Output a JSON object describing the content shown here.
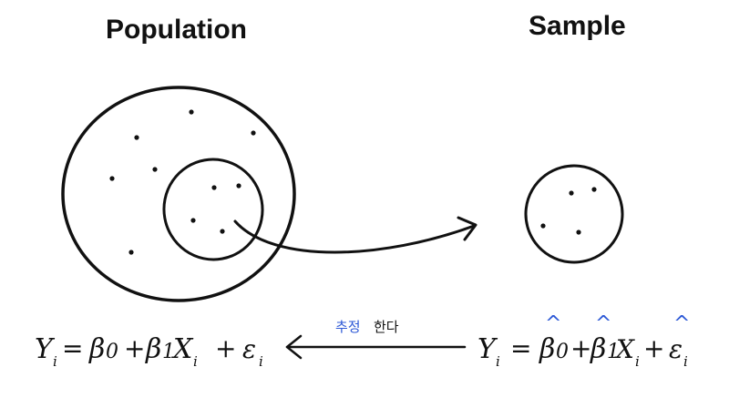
{
  "titles": {
    "population": "Population",
    "sample": "Sample"
  },
  "population_model": {
    "Y": "Y",
    "i": "i",
    "eq": "=",
    "b0": "β",
    "b0sub": "0",
    "plus1": "+",
    "b1": "β",
    "b1sub": "1",
    "X": "X",
    "xsub": "i",
    "plus2": "+",
    "eps": "ε",
    "epssub": "i"
  },
  "sample_model": {
    "Y": "Y",
    "i": "i",
    "eq": "=",
    "b0": "β",
    "b0sub": "0",
    "plus1": "+",
    "b1": "β",
    "b1sub": "1",
    "X": "X",
    "xsub": "i",
    "plus2": "+",
    "eps": "ε",
    "epssub": "i",
    "hat_b0": "^",
    "hat_b1": "^",
    "hat_eps": "^"
  },
  "annotation": {
    "blue_word": "추정",
    "black_word": "한다"
  },
  "colors": {
    "ink": "#111111",
    "annotation_blue": "#2c58d6"
  }
}
